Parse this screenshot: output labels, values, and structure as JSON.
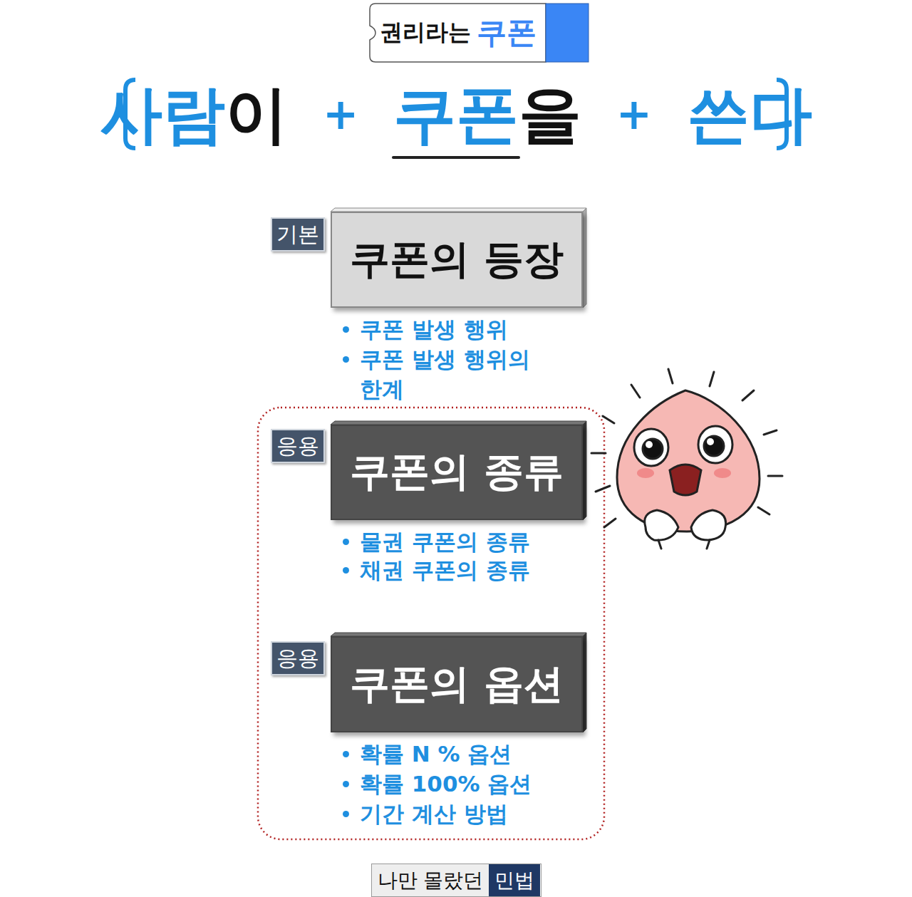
{
  "diagram": {
    "title": "사람이 + 쿠폰을 + 쓴다",
    "nodes": [
      {
        "text": [
          "권리라는",
          "쿠폰"
        ]
      },
      {
        "text": [
          "기본",
          "쿠폰의 등장"
        ]
      },
      {
        "text": [
          "응용",
          "쿠폰의 종류"
        ]
      },
      {
        "text": [
          "응용",
          "쿠폰의 옵션"
        ]
      },
      {
        "text": [
          "나만 몰랐던",
          "민법"
        ]
      }
    ],
    "labels": [
      "쿠폰 발생 행위",
      "쿠폰 발생 행위의 한계",
      "물권 쿠폰의 종류",
      "채권 쿠폰의 종류",
      "확률 N % 옵션",
      "확률 100% 옵션",
      "기간 계산 방법"
    ]
  }
}
